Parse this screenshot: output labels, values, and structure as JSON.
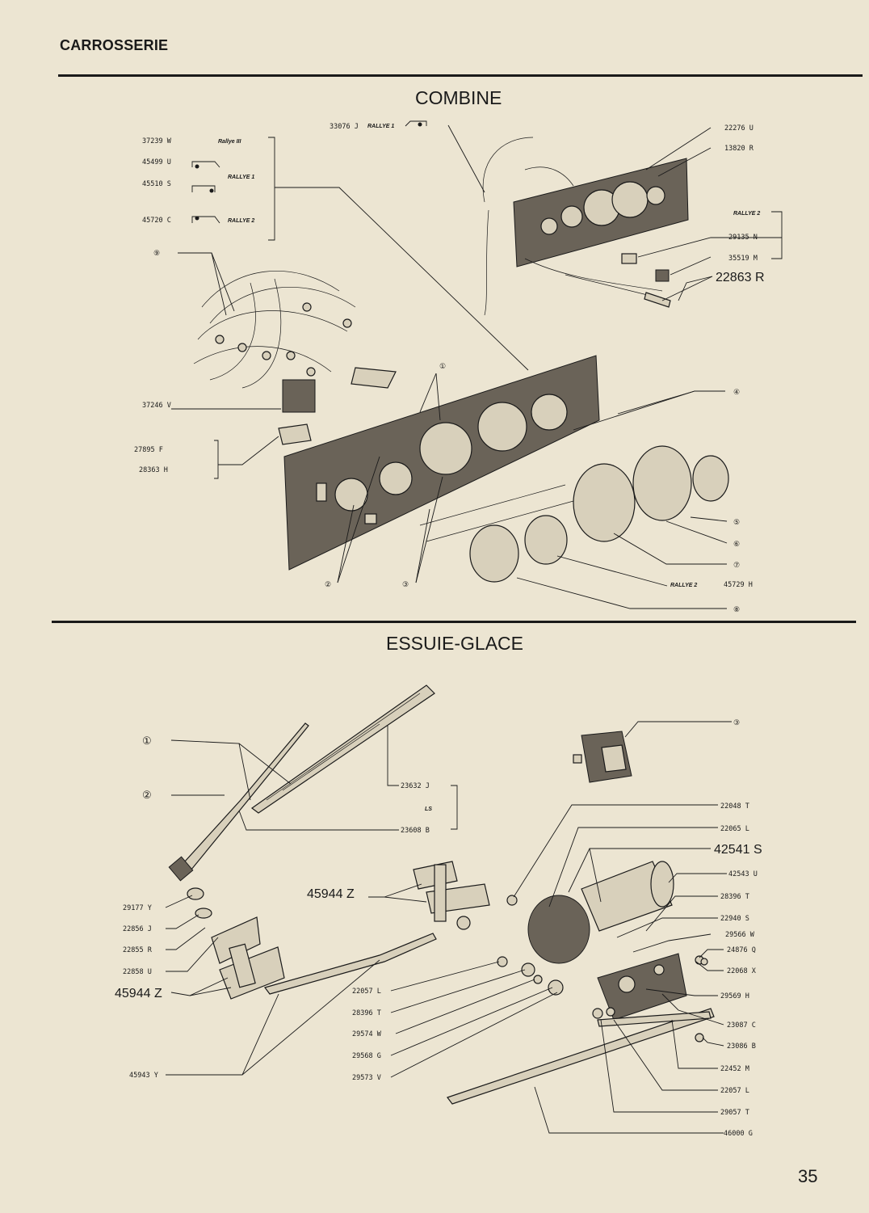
{
  "header": {
    "section": "CARROSSERIE",
    "page_number": "35"
  },
  "combine": {
    "title": "COMBINE",
    "labels": {
      "l33076": "33076 J",
      "l37239": "37239 W",
      "l45499": "45499 U",
      "l45510": "45510 S",
      "l45720": "45720 C",
      "l37246": "37246 V",
      "l27895": "27895 F",
      "l28363": "28363 H",
      "l22276": "22276 U",
      "l13820": "13820 R",
      "l29135": "29135 N",
      "l35519": "35519 M",
      "l22863": "22863 R",
      "l45729": "45729 H"
    },
    "tags": {
      "rallye1": "RALLYE 1",
      "rallye2": "RALLYE 2",
      "rallye3": "Rallye III"
    },
    "callouts": [
      "①",
      "②",
      "③",
      "④",
      "⑤",
      "⑥",
      "⑦",
      "⑧",
      "⑨"
    ]
  },
  "essuie": {
    "title": "ESSUIE-GLACE",
    "labels": {
      "l23632": "23632 J",
      "ls": "LS",
      "l23608": "23608 B",
      "l22048": "22048 T",
      "l22065": "22065 L",
      "l42541": "42541 S",
      "l42543": "42543 U",
      "l28396a": "28396 T",
      "l22940": "22940 S",
      "l29566": "29566 W",
      "l24876": "24876 Q",
      "l22068": "22068 X",
      "l29569": "29569 H",
      "l23087": "23087 C",
      "l23086": "23086 B",
      "l22452": "22452 M",
      "l22057a": "22057 L",
      "l29057": "29057 T",
      "l46000": "46000 G",
      "l29177": "29177 Y",
      "l22856": "22856 J",
      "l22855": "22855 R",
      "l22858": "22858 U",
      "l45944a": "45944 Z",
      "l45944b": "45944 Z",
      "l22057b": "22057 L",
      "l28396b": "28396 T",
      "l29574": "29574 W",
      "l29568": "29568 G",
      "l29573": "29573 V",
      "l45943": "45943 Y"
    },
    "callouts": [
      "①",
      "②",
      "③"
    ]
  }
}
